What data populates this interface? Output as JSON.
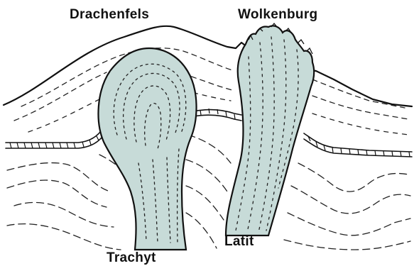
{
  "labels": {
    "drachenfels": "Drachenfels",
    "wolkenburg": "Wolkenburg",
    "trachyt": "Trachyt",
    "latit": "Latit"
  },
  "colors": {
    "intrusion_fill": "#c7dbd8",
    "line": "#111111",
    "background": "#ffffff"
  }
}
